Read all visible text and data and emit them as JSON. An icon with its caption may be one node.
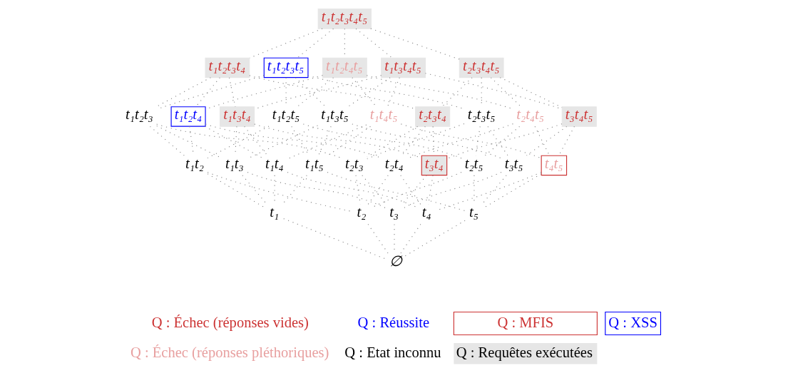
{
  "diagram": {
    "nodes": [
      {
        "text": [
          "t₁t₂t₃t₄t₅"
        ]
      },
      {
        "text": [
          "t₁t₂t₃t₄"
        ]
      },
      {
        "text": [
          "t₁t₂t₃t₅"
        ]
      },
      {
        "text": [
          "t₁t₂t₄t₅"
        ]
      },
      {
        "text": [
          "t₁t₃t₄t₅"
        ]
      },
      {
        "text": [
          "t₂t₃t₄t₅"
        ]
      },
      {
        "text": [
          "t₁t₂t₃"
        ]
      },
      {
        "text": [
          "t₁t₂t₄"
        ]
      },
      {
        "text": [
          "t₁t₂t₅"
        ]
      },
      {
        "text": [
          "t₁t₃t₄"
        ]
      },
      {
        "text": [
          "t₁t₃t₅"
        ]
      },
      {
        "text": [
          "t₁t₄t₅"
        ]
      },
      {
        "text": [
          "t₂t₃t₄"
        ]
      },
      {
        "text": [
          "t₂t₃t₅"
        ]
      },
      {
        "text": [
          "t₂t₄t₅"
        ]
      },
      {
        "text": [
          "t₃t₄t₅"
        ]
      },
      {
        "text": [
          "t₁t₂"
        ]
      },
      {
        "text": [
          "t₁t₃"
        ]
      },
      {
        "text": [
          "t₁t₄"
        ]
      },
      {
        "text": [
          "t₁t₅"
        ]
      },
      {
        "text": [
          "t₂t₃"
        ]
      },
      {
        "text": [
          "t₂t₄"
        ]
      },
      {
        "text": [
          "t₂t₅"
        ]
      },
      {
        "text": [
          "t₃t₄"
        ]
      },
      {
        "text": [
          "t₃t₅"
        ]
      },
      {
        "text": [
          "t₄t₅"
        ]
      },
      {
        "text": [
          "t₁"
        ]
      },
      {
        "text": [
          "t₂"
        ]
      },
      {
        "text": [
          "t₃"
        ]
      },
      {
        "text": [
          "t₄"
        ]
      },
      {
        "text": [
          "t₅"
        ]
      },
      {
        "text": [
          "∅"
        ]
      }
    ],
    "edges": [
      {
        "from": 0,
        "to": 1,
        "arrow": "none"
      },
      {
        "from": 0,
        "to": 2,
        "arrow": "none"
      },
      {
        "from": 0,
        "to": 3,
        "arrow": "none"
      },
      {
        "from": 0,
        "to": 4,
        "arrow": "none"
      },
      {
        "from": 0,
        "to": 5,
        "arrow": "none"
      },
      {
        "from": 1,
        "to": 6,
        "arrow": "none"
      },
      {
        "from": 1,
        "to": 7,
        "arrow": "none"
      },
      {
        "from": 1,
        "to": 9,
        "arrow": "none"
      },
      {
        "from": 1,
        "to": 12,
        "arrow": "none"
      },
      {
        "from": 2,
        "to": 6,
        "arrow": "none"
      },
      {
        "from": 2,
        "to": 8,
        "arrow": "none"
      },
      {
        "from": 2,
        "to": 10,
        "arrow": "none"
      },
      {
        "from": 2,
        "to": 13,
        "arrow": "none"
      },
      {
        "from": 3,
        "to": 7,
        "arrow": "none"
      },
      {
        "from": 3,
        "to": 8,
        "arrow": "none"
      },
      {
        "from": 3,
        "to": 11,
        "arrow": "none"
      },
      {
        "from": 3,
        "to": 14,
        "arrow": "none"
      },
      {
        "from": 4,
        "to": 9,
        "arrow": "none"
      },
      {
        "from": 4,
        "to": 10,
        "arrow": "none"
      },
      {
        "from": 4,
        "to": 11,
        "arrow": "none"
      },
      {
        "from": 4,
        "to": 15,
        "arrow": "none"
      },
      {
        "from": 5,
        "to": 12,
        "arrow": "none"
      },
      {
        "from": 5,
        "to": 13,
        "arrow": "none"
      },
      {
        "from": 5,
        "to": 14,
        "arrow": "none"
      },
      {
        "from": 5,
        "to": 15,
        "arrow": "none"
      },
      {
        "from": 6,
        "to": 16,
        "arrow": "none"
      },
      {
        "from": 6,
        "to": 17,
        "arrow": "none"
      },
      {
        "from": 6,
        "to": 20,
        "arrow": "none"
      },
      {
        "from": 7,
        "to": 16,
        "arrow": "none"
      },
      {
        "from": 7,
        "to": 18,
        "arrow": "none"
      },
      {
        "from": 7,
        "to": 21,
        "arrow": "none"
      },
      {
        "from": 8,
        "to": 16,
        "arrow": "none"
      },
      {
        "from": 8,
        "to": 19,
        "arrow": "none"
      },
      {
        "from": 8,
        "to": 22,
        "arrow": "none"
      },
      {
        "from": 9,
        "to": 17,
        "arrow": "none"
      },
      {
        "from": 9,
        "to": 18,
        "arrow": "none"
      },
      {
        "from": 9,
        "to": 23,
        "arrow": "none"
      },
      {
        "from": 10,
        "to": 17,
        "arrow": "none"
      },
      {
        "from": 10,
        "to": 19,
        "arrow": "none"
      },
      {
        "from": 10,
        "to": 24,
        "arrow": "none"
      },
      {
        "from": 11,
        "to": 18,
        "arrow": "none"
      },
      {
        "from": 11,
        "to": 19,
        "arrow": "none"
      },
      {
        "from": 11,
        "to": 25,
        "arrow": "none"
      },
      {
        "from": 12,
        "to": 20,
        "arrow": "none"
      },
      {
        "from": 12,
        "to": 21,
        "arrow": "none"
      },
      {
        "from": 12,
        "to": 23,
        "arrow": "none"
      },
      {
        "from": 13,
        "to": 20,
        "arrow": "none"
      },
      {
        "from": 13,
        "to": 22,
        "arrow": "none"
      },
      {
        "from": 13,
        "to": 24,
        "arrow": "none"
      },
      {
        "from": 14,
        "to": 21,
        "arrow": "none"
      },
      {
        "from": 14,
        "to": 22,
        "arrow": "none"
      },
      {
        "from": 14,
        "to": 25,
        "arrow": "none"
      },
      {
        "from": 15,
        "to": 23,
        "arrow": "none"
      },
      {
        "from": 15,
        "to": 24,
        "arrow": "none"
      },
      {
        "from": 15,
        "to": 25,
        "arrow": "none"
      },
      {
        "from": 16,
        "to": 26,
        "arrow": "none"
      },
      {
        "from": 16,
        "to": 27,
        "arrow": "none"
      },
      {
        "from": 17,
        "to": 26,
        "arrow": "none"
      },
      {
        "from": 17,
        "to": 28,
        "arrow": "none"
      },
      {
        "from": 18,
        "to": 26,
        "arrow": "none"
      },
      {
        "from": 18,
        "to": 29,
        "arrow": "none"
      },
      {
        "from": 19,
        "to": 26,
        "arrow": "none"
      },
      {
        "from": 19,
        "to": 30,
        "arrow": "none"
      },
      {
        "from": 20,
        "to": 27,
        "arrow": "none"
      },
      {
        "from": 20,
        "to": 28,
        "arrow": "none"
      },
      {
        "from": 21,
        "to": 27,
        "arrow": "none"
      },
      {
        "from": 21,
        "to": 29,
        "arrow": "none"
      },
      {
        "from": 22,
        "to": 27,
        "arrow": "none"
      },
      {
        "from": 22,
        "to": 30,
        "arrow": "none"
      },
      {
        "from": 23,
        "to": 28,
        "arrow": "none"
      },
      {
        "from": 23,
        "to": 29,
        "arrow": "none"
      },
      {
        "from": 24,
        "to": 28,
        "arrow": "none"
      },
      {
        "from": 24,
        "to": 30,
        "arrow": "none"
      },
      {
        "from": 25,
        "to": 29,
        "arrow": "none"
      },
      {
        "from": 25,
        "to": 30,
        "arrow": "none"
      },
      {
        "from": 26,
        "to": 31,
        "arrow": "none"
      },
      {
        "from": 27,
        "to": 31,
        "arrow": "none"
      },
      {
        "from": 28,
        "to": 31,
        "arrow": "none"
      },
      {
        "from": 29,
        "to": 31,
        "arrow": "none"
      },
      {
        "from": 30,
        "to": 31,
        "arrow": "none"
      }
    ],
    "legend": [
      {
        "text": "Q : Échec (réponses vides)",
        "color": "#cc3333"
      },
      {
        "text": "Q : Réussite",
        "color": "#0000ff"
      },
      {
        "text": "Q : MFIS"
      },
      {
        "text": "Q : XSS"
      },
      {
        "text": "Q : Échec (réponses pléthoriques)",
        "color": "#e8a0a0"
      },
      {
        "text": "Q : Etat inconnu",
        "color": "#000000"
      },
      {
        "text": "Q : Requêtes exécutées",
        "color": "#e6e6e6"
      }
    ]
  }
}
